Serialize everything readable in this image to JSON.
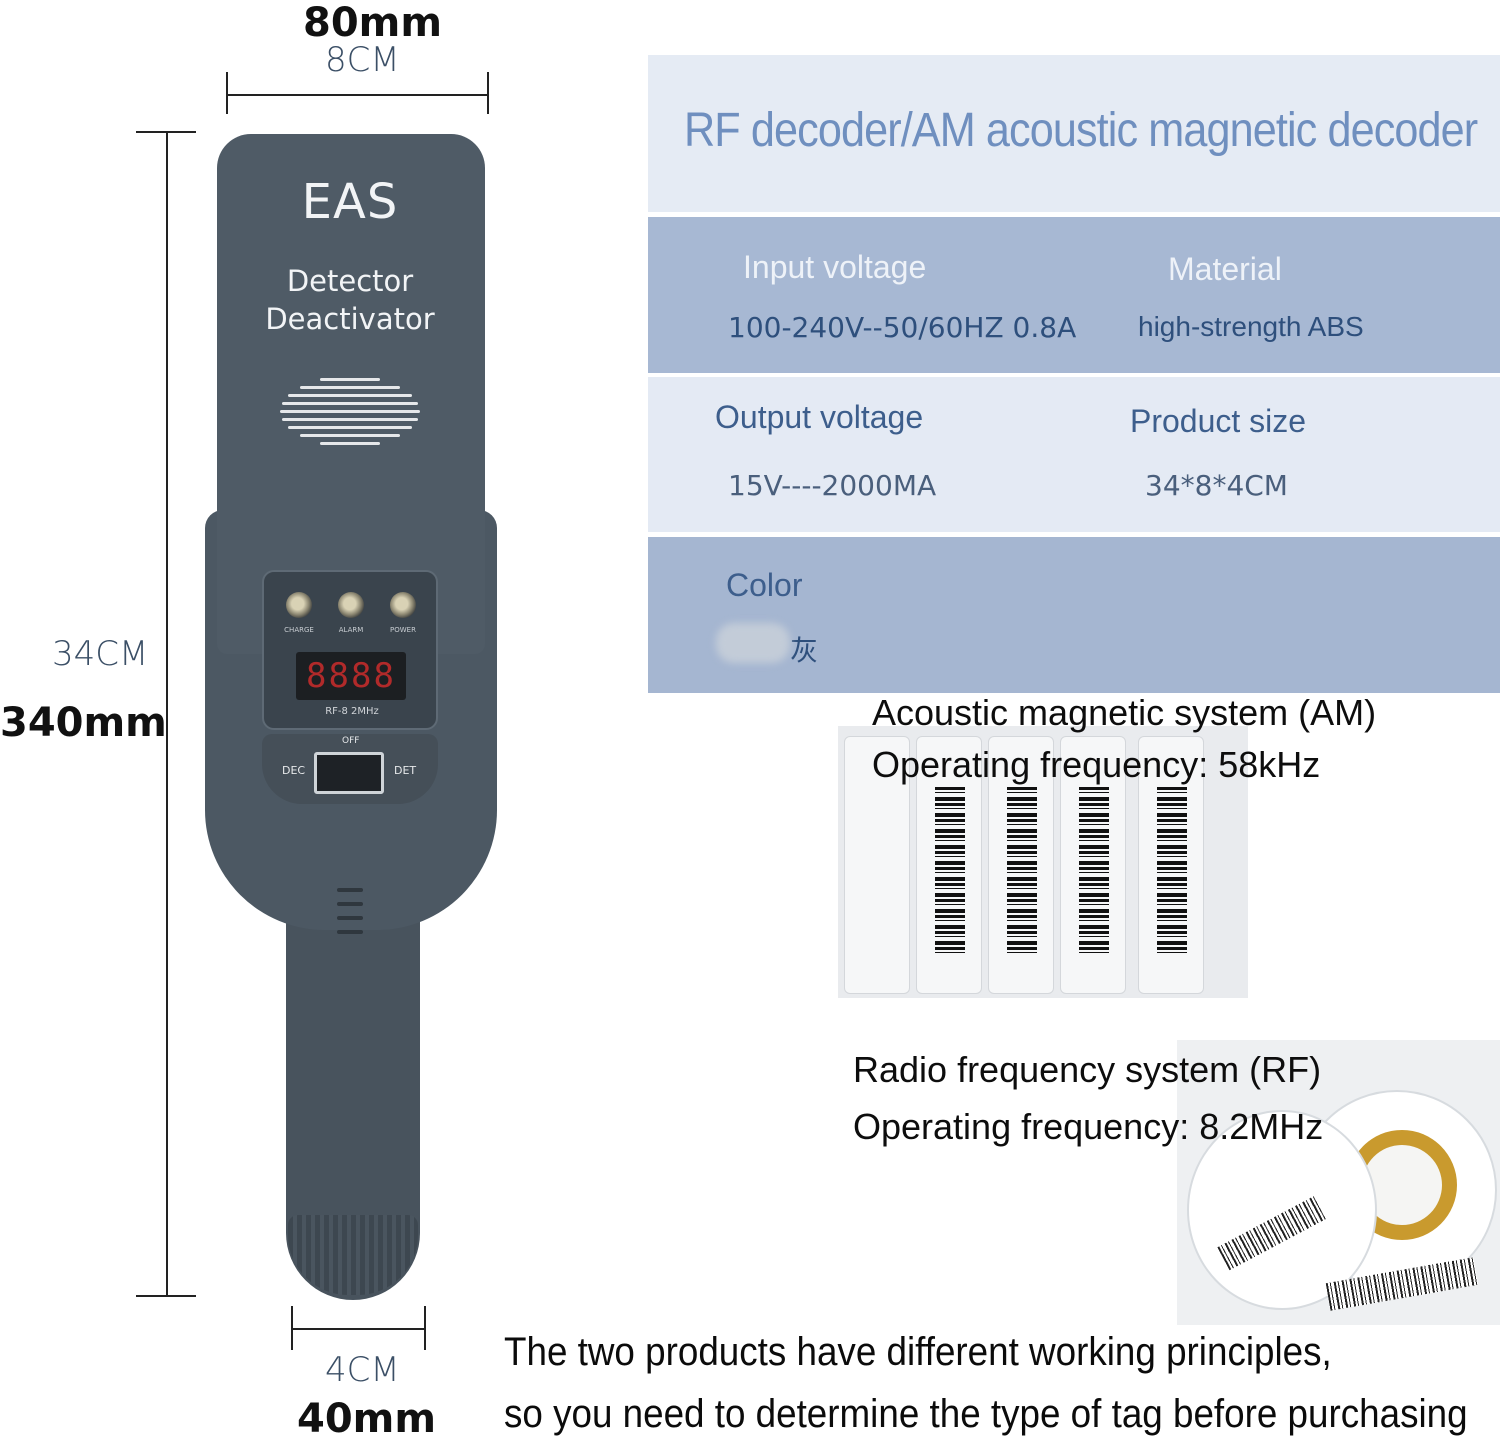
{
  "dimensions": {
    "width_mm": "80mm",
    "width_cm": "8CM",
    "height_cm": "34CM",
    "height_mm": "340mm",
    "grip_cm": "4CM",
    "grip_mm": "40mm"
  },
  "device": {
    "brand": "EAS",
    "line1": "Detector",
    "line2": "Deactivator",
    "led_labels": [
      "CHARGE",
      "ALARM",
      "POWER"
    ],
    "display_value": "8888",
    "model": "RF-8  2MHz",
    "switch_off": "OFF",
    "switch_left": "DEC",
    "switch_right": "DET"
  },
  "spec": {
    "title": "RF decoder/AM acoustic magnetic decoder",
    "input_voltage_label": "Input voltage",
    "input_voltage_value": "100-240V--50/60HZ 0.8A",
    "material_label": "Material",
    "material_value": "high-strength ABS",
    "output_voltage_label": "Output voltage",
    "output_voltage_value": "15V----2000MA",
    "product_size_label": "Product size",
    "product_size_value": "34*8*4CM",
    "color_label": "Color",
    "color_value": "灰"
  },
  "colors": {
    "device_body": "#4f5b66",
    "band_dark": "#a7b8d3",
    "band_light": "#e4eaf4",
    "title_blue": "#6f8fbf"
  },
  "am_system": {
    "line1": "Acoustic magnetic system (AM)",
    "line2": "Operating frequency: 58kHz"
  },
  "rf_system": {
    "line1": "Radio frequency system (RF)",
    "line2": "Operating frequency: 8.2MHz"
  },
  "footer": {
    "line1": "The two products have different working principles,",
    "line2": "so you need to determine the type of tag before purchasing"
  }
}
